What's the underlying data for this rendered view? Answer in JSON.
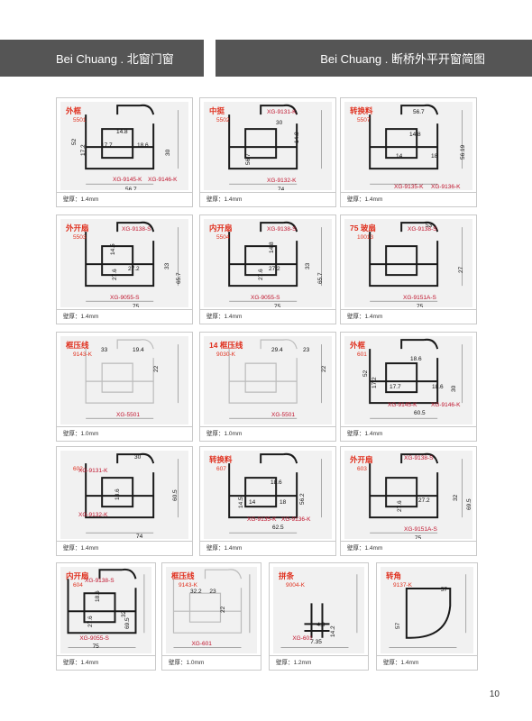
{
  "header": {
    "left_title": "Bei Chuang . 北窗门窗",
    "right_title": "Bei Chuang . 断桥外平开窗简图"
  },
  "page_number": "10",
  "cards": [
    {
      "title": "外框",
      "code": "5501",
      "labels": [
        "XG-9145-K",
        "XG-9146-K"
      ],
      "dims": [
        "14.8",
        "17.7",
        "18.6",
        "56.7",
        "52",
        "17.2",
        "30"
      ],
      "wall": "壁厚：1.4mm"
    },
    {
      "title": "中挺",
      "code": "5502",
      "labels": [
        "XG-9131-K",
        "XG-9132-K"
      ],
      "dims": [
        "30",
        "14.8",
        "56.7",
        "74"
      ],
      "wall": "壁厚：1.4mm"
    },
    {
      "title": "转换料",
      "code": "5507",
      "labels": [
        "XG-9135-K",
        "XG-9136-K"
      ],
      "dims": [
        "56.7",
        "14.8",
        "14",
        "18",
        "56.19"
      ],
      "wall": "壁厚：1.4mm"
    },
    {
      "title": "外开扇",
      "code": "5503",
      "labels": [
        "XG-9138-S",
        "XG-9055-S"
      ],
      "dims": [
        "14.5",
        "27.2",
        "27.6",
        "33",
        "65.7",
        "75"
      ],
      "wall": "壁厚：1.4mm"
    },
    {
      "title": "内开扇",
      "code": "5504",
      "labels": [
        "XG-9138-S",
        "XG-9055-S"
      ],
      "dims": [
        "14.8",
        "27.2",
        "27.6",
        "33",
        "65.7",
        "75"
      ],
      "wall": "壁厚：1.4mm"
    },
    {
      "title": "75 玻扇",
      "code": "10013",
      "labels": [
        "XG-9138-S",
        "XG-9151A-S"
      ],
      "dims": [
        "53",
        "27",
        "75"
      ],
      "wall": "壁厚：1.4mm"
    },
    {
      "title": "框压线",
      "code": "9143-K",
      "labels": [
        "XG-5501"
      ],
      "dims": [
        "33",
        "19.4",
        "22"
      ],
      "wall": "壁厚：1.0mm"
    },
    {
      "title": "14 框压线",
      "code": "9030-K",
      "labels": [
        "XG-5501"
      ],
      "dims": [
        "29.4",
        "23",
        "22"
      ],
      "wall": "壁厚：1.0mm"
    },
    {
      "title": "外框",
      "code": "601",
      "labels": [
        "XG-9145-K",
        "XG-9146-K"
      ],
      "dims": [
        "18.6",
        "52",
        "17.2",
        "17.7",
        "18.6",
        "30",
        "60.5"
      ],
      "wall": "壁厚：1.4mm"
    },
    {
      "title": "",
      "code": "602",
      "labels": [
        "XG-9131-K",
        "XG-9132-K"
      ],
      "dims": [
        "30",
        "18.6",
        "60.5",
        "74"
      ],
      "wall": "壁厚：1.4mm"
    },
    {
      "title": "转换料",
      "code": "607",
      "labels": [
        "XG-9135-K",
        "XG-9136-K"
      ],
      "dims": [
        "18.6",
        "14.5",
        "14",
        "18",
        "56.2",
        "62.5"
      ],
      "wall": "壁厚：1.4mm"
    },
    {
      "title": "外开扇",
      "code": "603",
      "labels": [
        "XG-9138-S",
        "XG-9151A-S"
      ],
      "dims": [
        "27.2",
        "27.6",
        "32",
        "69.5",
        "75"
      ],
      "wall": "壁厚：1.4mm"
    },
    {
      "title": "内开扇",
      "code": "604",
      "labels": [
        "XG-9138-S",
        "XG-9055-S"
      ],
      "dims": [
        "18.6",
        "27.6",
        "32",
        "69.5",
        "75"
      ],
      "wall": "壁厚：1.4mm"
    },
    {
      "title": "框压线",
      "code": "9143-K",
      "labels": [
        "XG-601"
      ],
      "dims": [
        "32.2",
        "23",
        "22"
      ],
      "wall": "壁厚：1.0mm"
    },
    {
      "title": "拼条",
      "code": "9004-K",
      "labels": [
        "XG-601"
      ],
      "dims": [
        "4.3",
        "7.35",
        "14.2"
      ],
      "wall": "壁厚：1.2mm"
    },
    {
      "title": "转角",
      "code": "9137-K",
      "labels": [],
      "dims": [
        "57",
        "57"
      ],
      "wall": "壁厚：1.4mm"
    }
  ]
}
